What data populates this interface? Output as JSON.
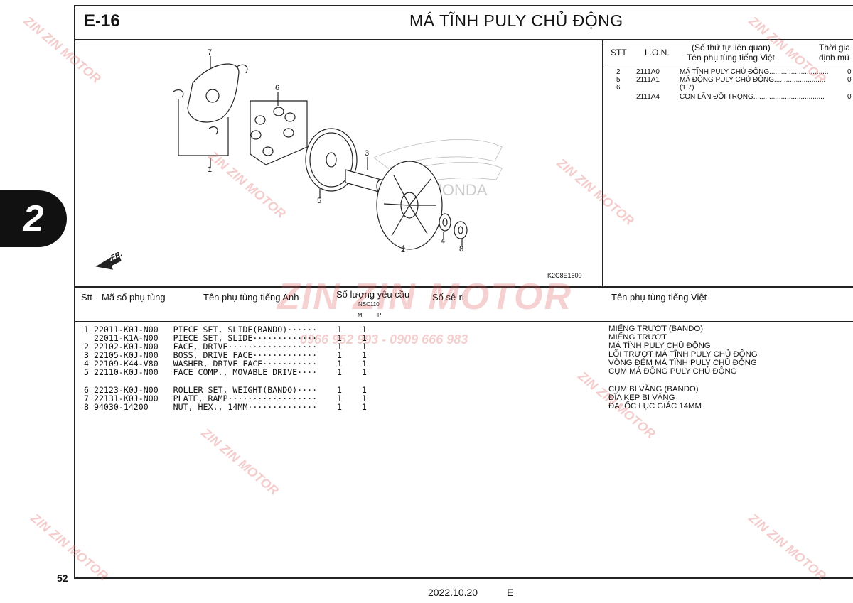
{
  "page": {
    "code": "E-16",
    "title": "MÁ TĨNH PULY CHỦ ĐỘNG",
    "section_tab": "2",
    "page_number": "52",
    "footer_date": "2022.10.20",
    "footer_code": "E"
  },
  "diagram": {
    "callouts": [
      "7",
      "6",
      "1",
      "3",
      "5",
      "2",
      "4",
      "8"
    ],
    "direction_label": "FR.",
    "reference_code": "K2C8E1600"
  },
  "related_table": {
    "headers": {
      "stt": "STT",
      "lon": "L.O.N.",
      "related_line1": "(Số thứ tự liên quan)",
      "related_line2": "Tên phụ tùng tiếng Việt",
      "time_line1": "Thời gia",
      "time_line2": "định mú"
    },
    "rows": [
      {
        "stt": "2",
        "lon": "2111A0",
        "name": "MÁ TĨNH PULY CHỦ ĐỘNG..............................",
        "time": "0"
      },
      {
        "stt": "5",
        "lon": "2111A1",
        "name": "MÁ ĐỘNG PULY CHỦ ĐỘNG..........................",
        "time": "0"
      },
      {
        "stt": "6",
        "lon": "",
        "name": "(1,7)",
        "time": ""
      },
      {
        "stt": "",
        "lon": "2111A4",
        "name": "CON LĂN ĐỐI TRỌNG....................................",
        "time": "0"
      }
    ]
  },
  "parts_table": {
    "headers": {
      "stt": "Stt",
      "part_no": "Mã số phụ tùng",
      "en_name": "Tên phụ tùng tiếng Anh",
      "qty": "Số lượng yêu cầu",
      "model": "NSC110",
      "col_m": "M",
      "col_p": "P",
      "serial": "Số sê-ri",
      "vn_name": "Tên phụ tùng tiếng Việt"
    },
    "rows": [
      {
        "line": "1 22011-K0J-N00   PIECE SET, SLIDE(BANDO)······    1    1",
        "vn": "MIẾNG TRƯỢT (BANDO)"
      },
      {
        "line": "  22011-K1A-N00   PIECE SET, SLIDE·············    1    1",
        "vn": "MIẾNG TRƯỢT"
      },
      {
        "line": "2 22102-K0J-N00   FACE, DRIVE··················    1    1",
        "vn": "MÁ TĨNH PULY CHỦ ĐỘNG"
      },
      {
        "line": "3 22105-K0J-N00   BOSS, DRIVE FACE·············    1    1",
        "vn": "LÕI TRƯỢT MÁ TĨNH PULY CHỦ ĐỘNG"
      },
      {
        "line": "4 22109-K44-V80   WASHER, DRIVE FACE···········    1    1",
        "vn": "VÒNG ĐỆM MÁ TĨNH PULY CHỦ ĐỘNG"
      },
      {
        "line": "5 22110-K0J-N00   FACE COMP., MOVABLE DRIVE····    1    1",
        "vn": "CỤM MÁ ĐỘNG PULY CHỦ ĐỘNG"
      },
      {
        "line": "6 22123-K0J-N00   ROLLER SET, WEIGHT(BANDO)····    1    1",
        "vn": "CỤM BI VĂNG (BANDO)"
      },
      {
        "line": "7 22131-K0J-N00   PLATE, RAMP··················    1    1",
        "vn": "ĐĨA KẸP BI VĂNG"
      },
      {
        "line": "8 94030-14200     NUT, HEX., 14MM··············    1    1",
        "vn": "ĐAI ỐC LỤC GIÁC 14MM"
      }
    ]
  },
  "watermark": {
    "brand": "ZIN ZIN MOTOR",
    "phone": "0966 952 993 - 0909 666 983"
  },
  "colors": {
    "watermark": "#e06e6e",
    "ink": "#111111"
  }
}
